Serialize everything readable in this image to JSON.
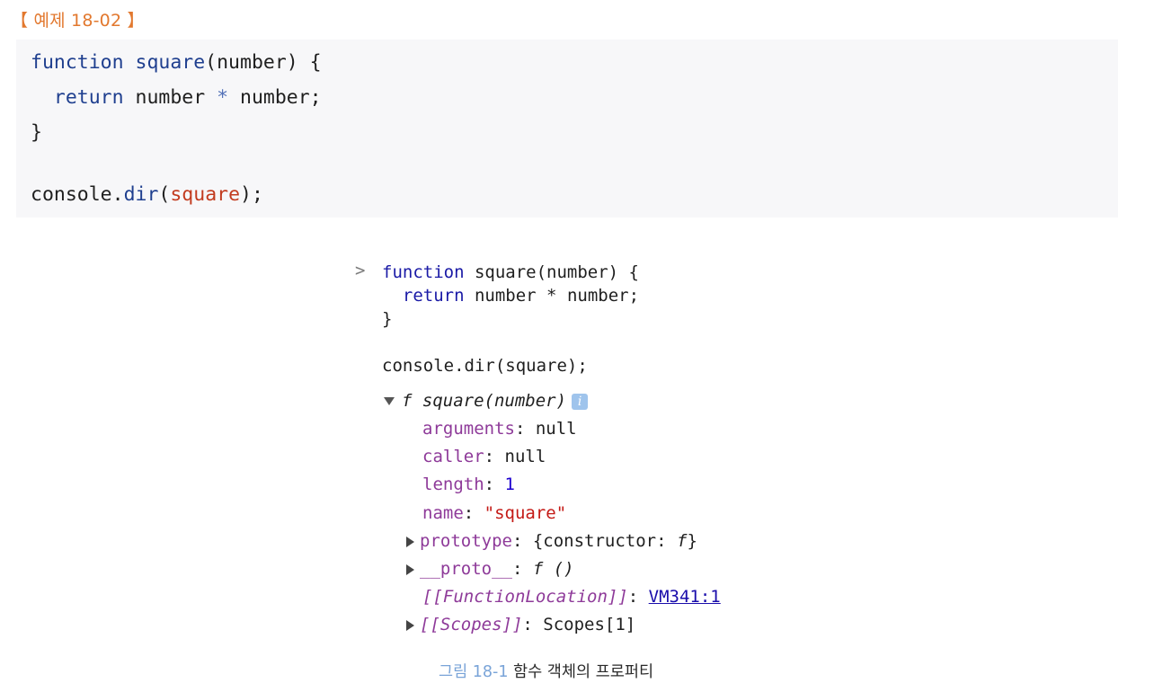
{
  "example": {
    "label": "【 예제 18-02 】"
  },
  "code": {
    "line1": {
      "kw": "function",
      "name": " square",
      "rest": "(number) {"
    },
    "line2": {
      "indent": "  ",
      "kw": "return",
      "a": " number ",
      "op": "*",
      "b": " number;"
    },
    "line3": "}",
    "line5": {
      "obj": "console.",
      "fn": "dir",
      "open": "(",
      "arg": "square",
      "close": ");"
    }
  },
  "console": {
    "prompt": ">",
    "line1": {
      "kw": "function",
      "rest": " square(number) {"
    },
    "line2": {
      "indent": "  ",
      "kw": "return",
      "a": " number ",
      "op": "*",
      "b": " number;"
    },
    "line3": "}",
    "line4": "console.dir(square);",
    "root": {
      "f": "f",
      "sig": "square(number)",
      "info_icon": "info-icon"
    },
    "props": [
      {
        "key": "arguments",
        "sep": ": ",
        "value": "null",
        "value_type": "keyword",
        "expandable": false
      },
      {
        "key": "caller",
        "sep": ": ",
        "value": "null",
        "value_type": "keyword",
        "expandable": false
      },
      {
        "key": "length",
        "sep": ": ",
        "value": "1",
        "value_type": "number",
        "expandable": false
      },
      {
        "key": "name",
        "sep": ": ",
        "value": "\"square\"",
        "value_type": "string",
        "expandable": false
      },
      {
        "key": "prototype",
        "sep": ": ",
        "value": "{constructor: ",
        "value_tail": "f",
        "value_end": "}",
        "expandable": true
      },
      {
        "key": "__proto__",
        "sep": ": ",
        "value": "f ()",
        "expandable": true
      },
      {
        "key": "[[FunctionLocation]]",
        "sep": ": ",
        "value": "VM341:1",
        "value_type": "link",
        "expandable": false
      },
      {
        "key": "[[Scopes]]",
        "sep": ": ",
        "value": "Scopes[1]",
        "expandable": true
      }
    ]
  },
  "caption": {
    "number": "그림 18-1",
    "text": " 함수 객체의 프로퍼티"
  }
}
